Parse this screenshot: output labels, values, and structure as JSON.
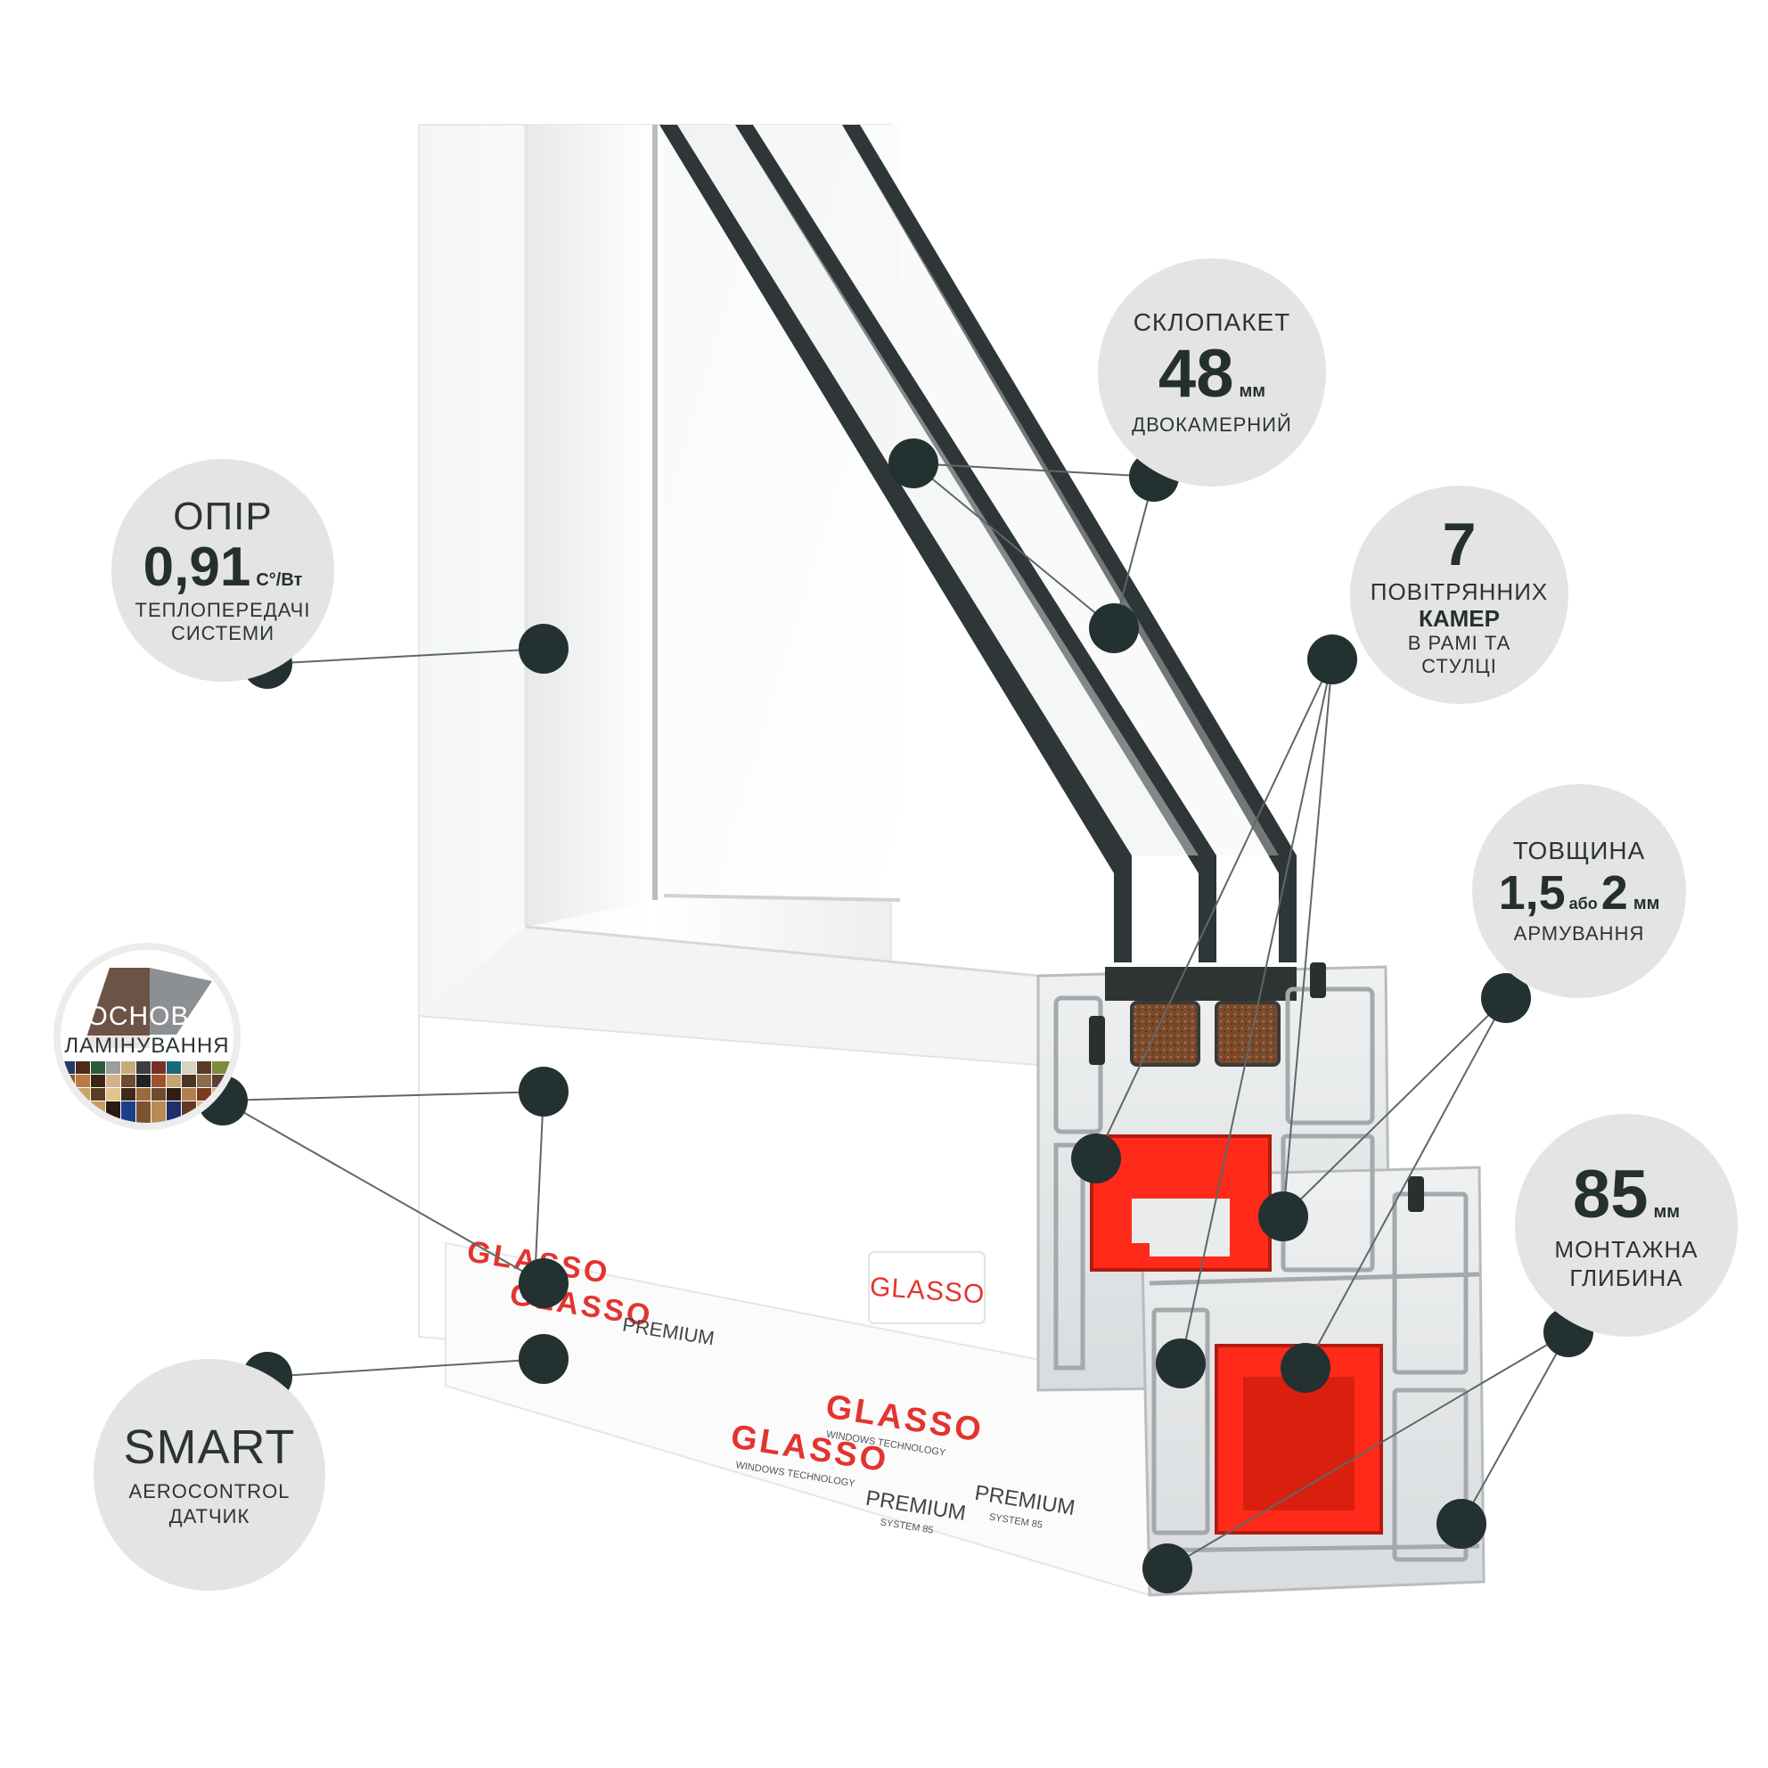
{
  "callouts": {
    "glass": {
      "line1": "СКЛОПАКЕТ",
      "value": "48",
      "unit": "мм",
      "line3": "ДВОКАМЕРНИЙ"
    },
    "resistance": {
      "line1": "ОПІР",
      "value": "0,91",
      "unit": "С°/Вт",
      "line3": "ТЕПЛОПЕРЕДАЧІ",
      "line4": "СИСТЕМИ"
    },
    "chambers": {
      "value": "7",
      "line2": "ПОВІТРЯННИХ",
      "line3": "КАМЕР",
      "line4": "В РАМІ ТА",
      "line5": "СТУЛЦІ"
    },
    "thickness": {
      "line1": "ТОВЩИНА",
      "value1": "1,5",
      "connector": "або",
      "value2": "2",
      "unit": "мм",
      "line3": "АРМУВАННЯ"
    },
    "depth": {
      "value": "85",
      "unit": "мм",
      "line2": "МОНТАЖНА",
      "line3": "ГЛИБИНА"
    },
    "lamination": {
      "line1": "ОСНОВА",
      "line2": "ЛАМІНУВАННЯ"
    },
    "smart": {
      "line1": "SMART",
      "line2": "AEROCONTROL",
      "line3": "ДАТЧИК"
    }
  },
  "branding": {
    "logo": "GLASSO",
    "tagline": "WINDOWS TECHNOLOGY",
    "series": "PREMIUM",
    "system": "SYSTEM 85"
  },
  "colors": {
    "dot": "#243131",
    "bubble": "#e4e4e3",
    "steel_reinforcement": "#ff2a1a",
    "brand_red": "#e3342f"
  }
}
